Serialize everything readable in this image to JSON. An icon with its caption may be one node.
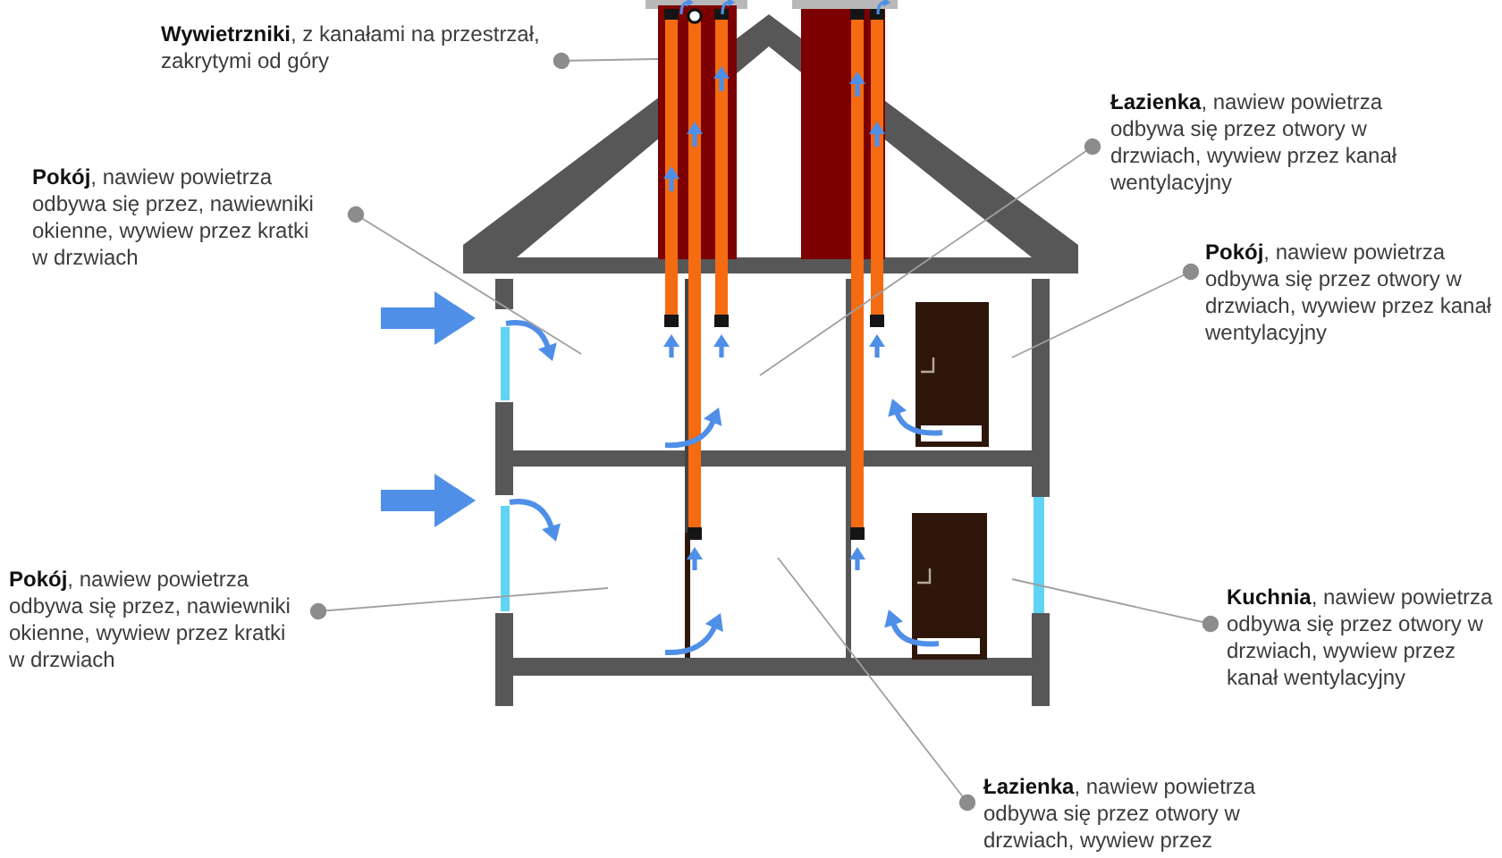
{
  "diagram": {
    "nodes": [
      {
        "text": [
          "**Wywietrzniki**, z kanałami na przestrzał, zakrytymi od góry"
        ]
      },
      {
        "text": [
          "**Pokój**, nawiew powietrza odbywa się przez, nawiewniki okienne, wywiew przez kratki w drzwiach"
        ]
      },
      {
        "text": [
          "**Łazienka**, nawiew powietrza odbywa się przez otwory w drzwiach, wywiew przez kanał wentylacyjny"
        ]
      },
      {
        "text": [
          "**Pokój**, nawiew powietrza odbywa się przez otwory w drzwiach, wywiew przez kanał wentylacyjny"
        ]
      },
      {
        "text": [
          "**Pokój**, nawiew powietrza odbywa się przez, nawiewniki okienne, wywiew przez kratki w drzwiach"
        ]
      },
      {
        "text": [
          "**Kuchnia**, nawiew powietrza odbywa się przez otwory w drzwiach, wywiew przez kanał wentylacyjny"
        ]
      },
      {
        "text": [
          "**Łazienka**, nawiew powietrza odbywa się przez otwory w drzwiach, wywiew przez"
        ]
      },
      {
        "text": [],
        "shape": "box"
      }
    ],
    "edges": [
      {
        "from": 0,
        "to": 7,
        "arrow": "other"
      },
      {
        "from": 1,
        "to": null,
        "arrow": "other"
      },
      {
        "from": 2,
        "to": null,
        "arrow": "other"
      },
      {
        "from": 3,
        "to": null,
        "arrow": "other"
      },
      {
        "from": 4,
        "to": null,
        "arrow": "other"
      },
      {
        "from": 5,
        "to": null,
        "arrow": "other"
      },
      {
        "from": 6,
        "to": null,
        "arrow": "other"
      }
    ]
  }
}
